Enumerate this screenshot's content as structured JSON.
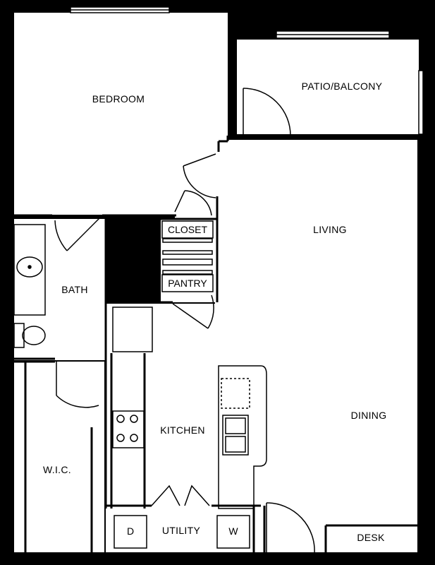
{
  "rooms": {
    "bedroom": "BEDROOM",
    "patio": "PATIO/BALCONY",
    "living": "LIVING",
    "dining": "DINING",
    "bath": "BATH",
    "closet": "CLOSET",
    "pantry": "PANTRY",
    "kitchen": "KITCHEN",
    "wic": "W.I.C.",
    "utility": "UTILITY",
    "desk": "DESK"
  },
  "appliances": {
    "dryer": "D",
    "washer": "W"
  },
  "colors": {
    "wall": "#000000",
    "floor": "#ffffff",
    "line": "#000000"
  }
}
